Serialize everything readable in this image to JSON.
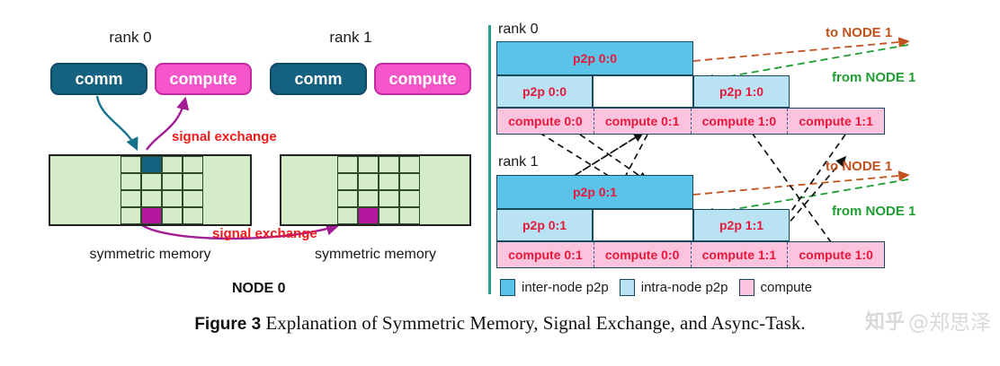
{
  "left_panel": {
    "ranks": [
      {
        "title": "rank 0",
        "comm_label": "comm",
        "compute_label": "compute",
        "memory_caption": "symmetric memory"
      },
      {
        "title": "rank 1",
        "comm_label": "comm",
        "compute_label": "compute",
        "memory_caption": "symmetric memory"
      }
    ],
    "signal_exchange_top": "signal exchange",
    "signal_exchange_bottom": "signal exchange",
    "node_label": "NODE 0",
    "colors": {
      "comm_box": "#14627f",
      "compute_box": "#f455c8",
      "memory_fill": "#d4ecc8",
      "memory_teal_cell": "#14627f",
      "memory_magenta_cell": "#b5189e",
      "signal_text": "#f01a1a",
      "comm_arrow": "#17728c",
      "compute_arrow": "#a31d94"
    }
  },
  "right_panel": {
    "ranks": [
      {
        "label": "rank 0",
        "inter_node_bar": {
          "text": "p2p 0:0",
          "start_pct": 0,
          "width_pct": 56.5
        },
        "intra_node_bars": [
          {
            "text": "p2p 0:0",
            "start_pct": 0,
            "width_pct": 27.5
          },
          {
            "text": "",
            "start_pct": 27.5,
            "width_pct": 29,
            "empty": true
          },
          {
            "text": "p2p 1:0",
            "start_pct": 56.5,
            "width_pct": 27.5
          }
        ],
        "compute_row": {
          "start_pct": 0,
          "width_pct": 111.5,
          "segments": [
            "compute 0:0",
            "compute 0:1",
            "compute 1:0",
            "compute 1:1"
          ]
        },
        "to_node_label": "to NODE 1",
        "from_node_label": "from NODE 1"
      },
      {
        "label": "rank 1",
        "inter_node_bar": {
          "text": "p2p 0:1",
          "start_pct": 0,
          "width_pct": 56.5
        },
        "intra_node_bars": [
          {
            "text": "p2p 0:1",
            "start_pct": 0,
            "width_pct": 27.5
          },
          {
            "text": "",
            "start_pct": 27.5,
            "width_pct": 29,
            "empty": true
          },
          {
            "text": "p2p 1:1",
            "start_pct": 56.5,
            "width_pct": 27.5
          }
        ],
        "compute_row": {
          "start_pct": 0,
          "width_pct": 111.5,
          "segments": [
            "compute 0:1",
            "compute 0:0",
            "compute 1:1",
            "compute 1:0"
          ]
        },
        "to_node_label": "to NODE 1",
        "from_node_label": "from NODE 1"
      }
    ],
    "legend": [
      {
        "label": "inter-node p2p",
        "color": "#5cc3e8"
      },
      {
        "label": "intra-node p2p",
        "color": "#b9e3f2"
      },
      {
        "label": "compute",
        "color": "#fcc3de"
      }
    ],
    "colors": {
      "inter_node": "#5cc3e8",
      "intra_node": "#b9e3f2",
      "compute": "#fcc3de",
      "bar_border": "#17495c",
      "bar_text": "#e8173a",
      "to_node": "#c1521d",
      "from_node": "#1f9e33",
      "dep_arrow": "#111111",
      "accent_bar": "#2a9d8f"
    }
  },
  "caption": {
    "figure_number": "Figure 3",
    "text": "Explanation of Symmetric Memory, Signal Exchange, and Async-Task."
  },
  "watermark": {
    "logo": "知乎",
    "handle": "@郑思泽"
  }
}
